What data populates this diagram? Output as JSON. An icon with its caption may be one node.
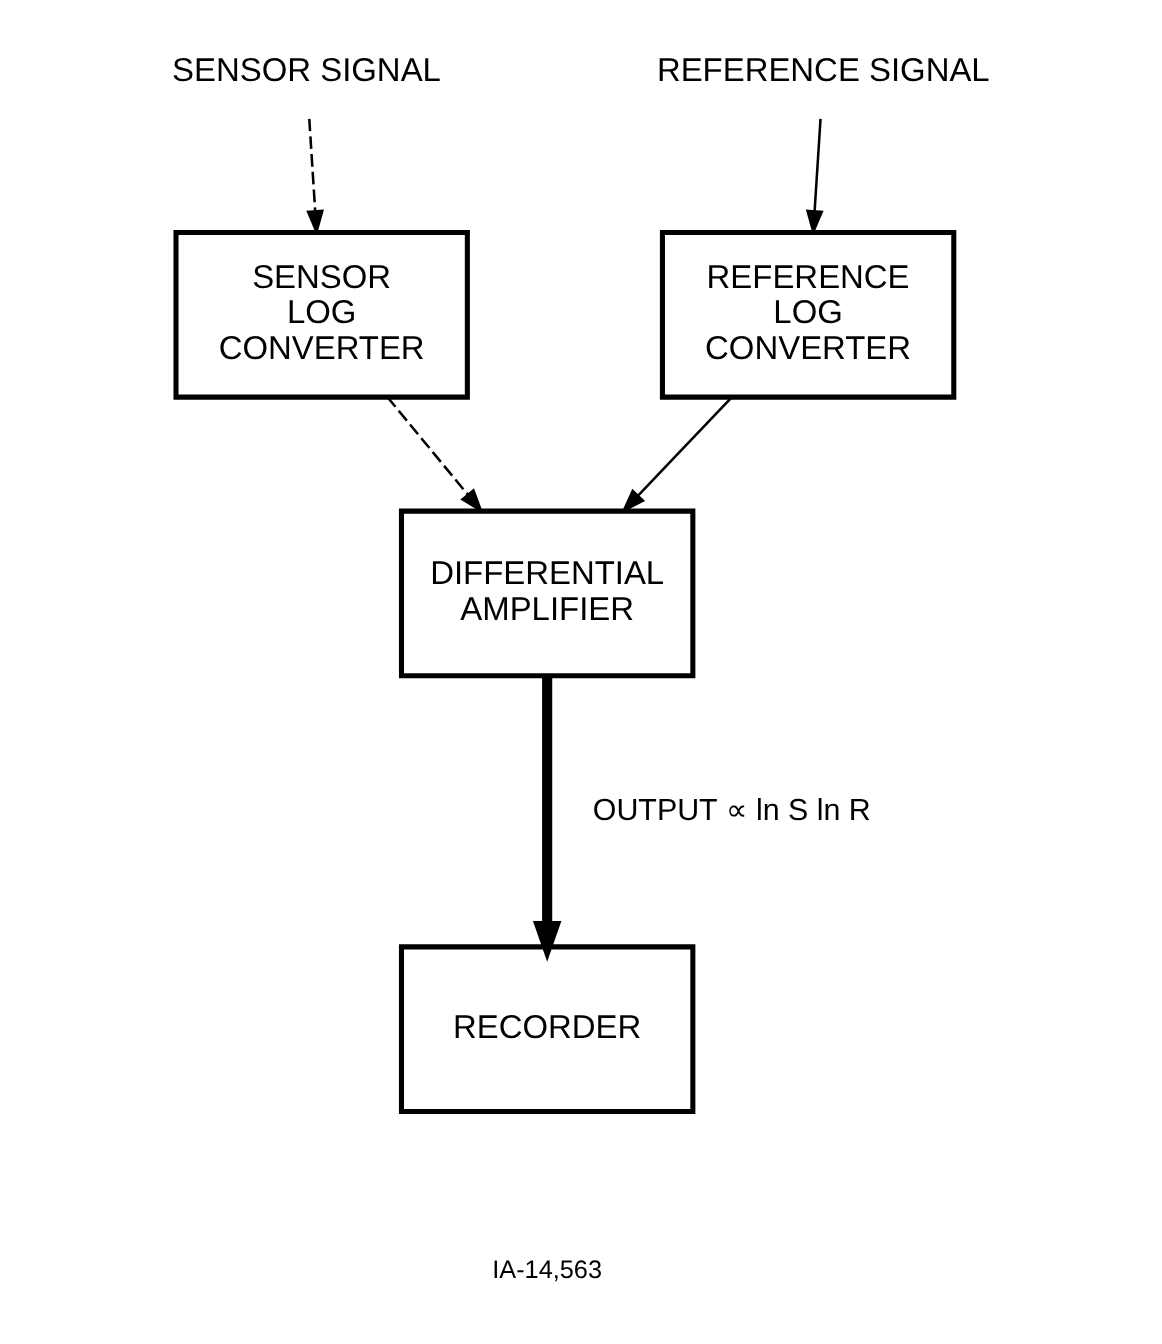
{
  "diagram": {
    "nodes": [
      {
        "text": [
          "SENSOR SIGNAL"
        ]
      },
      {
        "text": [
          "REFERENCE SIGNAL"
        ]
      },
      {
        "text": [
          "SENSOR LOG CONVERTER"
        ]
      },
      {
        "text": [
          "REFERENCE LOG CONVERTER"
        ]
      },
      {
        "text": [
          "DIFFERENTIAL AMPLIFIER"
        ]
      },
      {
        "text": [
          "RECORDER"
        ]
      }
    ],
    "edges": [
      {
        "from": 0,
        "to": 2,
        "arrow": "to",
        "style": "dashed"
      },
      {
        "from": 1,
        "to": 3,
        "arrow": "to"
      },
      {
        "from": 2,
        "to": 4,
        "arrow": "to",
        "style": "dashed"
      },
      {
        "from": 3,
        "to": 4,
        "arrow": "to"
      },
      {
        "from": 4,
        "to": 5,
        "arrow": "to",
        "style": "thick",
        "label": "OUTPUT ∝ ln S ln R"
      }
    ],
    "labels": [
      "IA-14,563"
    ]
  }
}
